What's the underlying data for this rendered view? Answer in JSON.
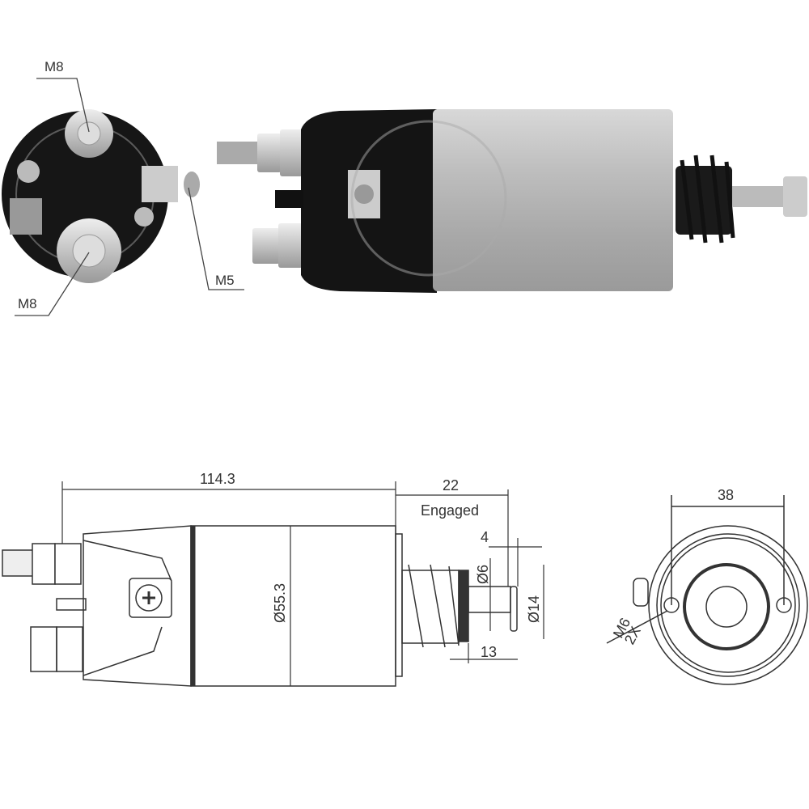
{
  "photo_view": {
    "end_view_labels": {
      "top_terminal": "M8",
      "bottom_terminal": "M8",
      "side_terminal": "M5"
    }
  },
  "drawing_view": {
    "overall_length": "114.3",
    "stroke": "22",
    "stroke_note": "Engaged",
    "plunger_head_width": "4",
    "plunger_shaft_dia": "Ø6",
    "plunger_head_dia": "Ø14",
    "plunger_extension": "13",
    "body_diameter": "Ø55.3",
    "mount_hole_spacing": "38",
    "mount_thread": "M6",
    "mount_count": "2X"
  },
  "colors": {
    "body_silver": "#b8b8b8",
    "cap_black": "#141414",
    "line": "#333333"
  }
}
